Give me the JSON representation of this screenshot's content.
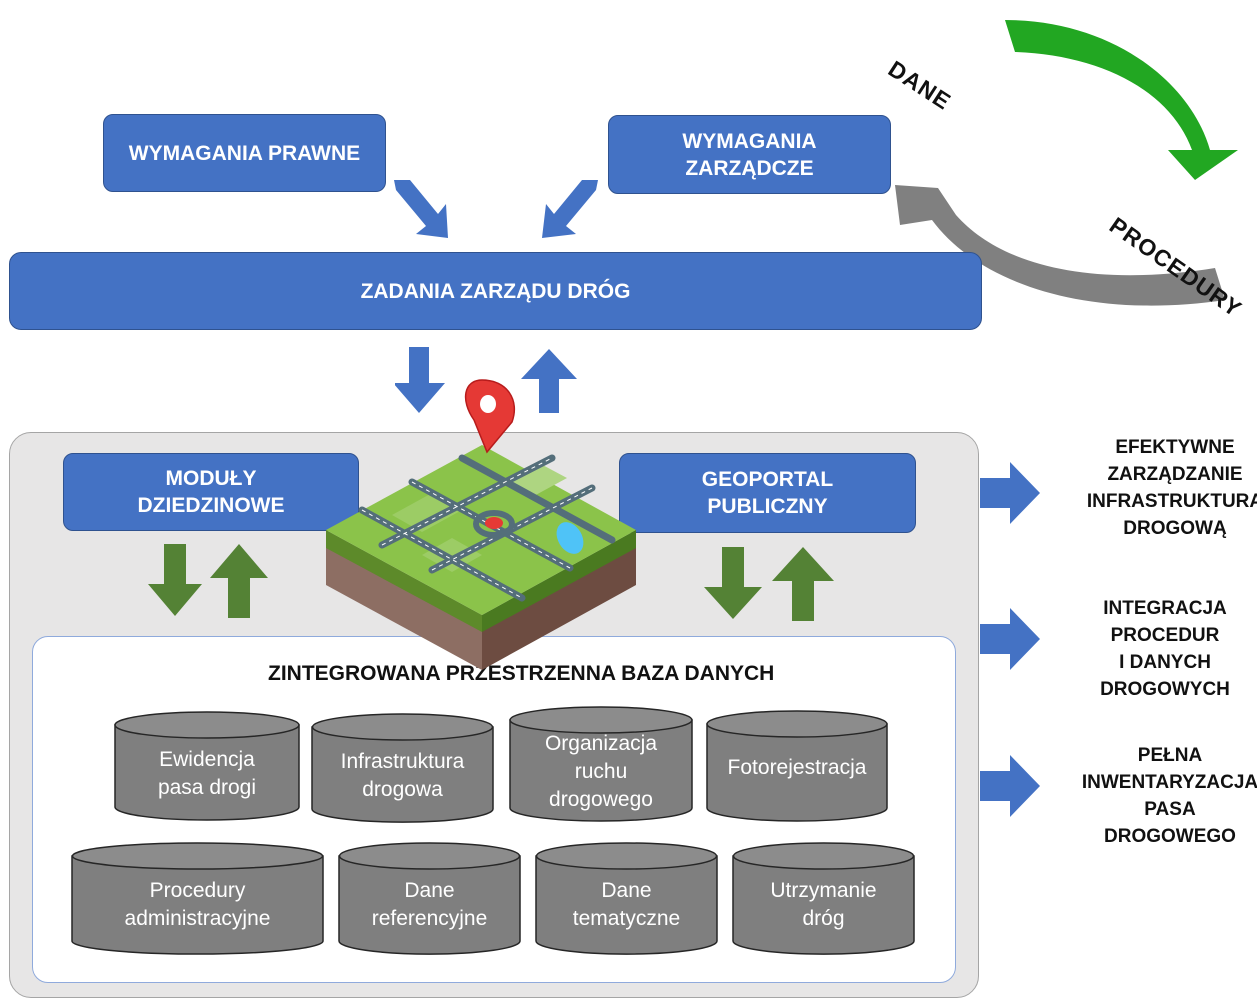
{
  "top": {
    "legal": "WYMAGANIA PRAWNE",
    "management": "WYMAGANIA\nZARZĄDCZE",
    "tasks": "ZADANIA  ZARZĄDU DRÓG"
  },
  "cycle": {
    "data": "DANE",
    "procedures": "PROCEDURY"
  },
  "modules": {
    "domain": "MODUŁY\nDZIEDZINOWE",
    "geoportal": "GEOPORTAL\nPUBLICZNY"
  },
  "database": {
    "title": "ZINTEGROWANA PRZESTRZENNA BAZA DANYCH",
    "row1": [
      "Ewidencja\npasa drogi",
      "Infrastruktura\ndrogowa",
      "Organizacja\nruchu\ndrogowego",
      "Fotorejestracja"
    ],
    "row2": [
      "Procedury\nadministracyjne",
      "Dane\nreferencyjne",
      "Dane\ntematyczne",
      "Utrzymanie\ndróg"
    ]
  },
  "outcomes": [
    "EFEKTYWNE\nZARZĄDZANIE\nINFRASTRUKTURĄ\nDROGOWĄ",
    "INTEGRACJA\nPROCEDUR\nI DANYCH\nDROGOWYCH",
    "PEŁNA\nINWENTARYZACJA\nPASA\nDROGOWEGO"
  ],
  "colors": {
    "blue": "#4472c4",
    "arrow_green": "#548235",
    "cylinder": "#7f7f7f",
    "cycle_green": "#22a722",
    "cycle_gray": "#808080"
  }
}
